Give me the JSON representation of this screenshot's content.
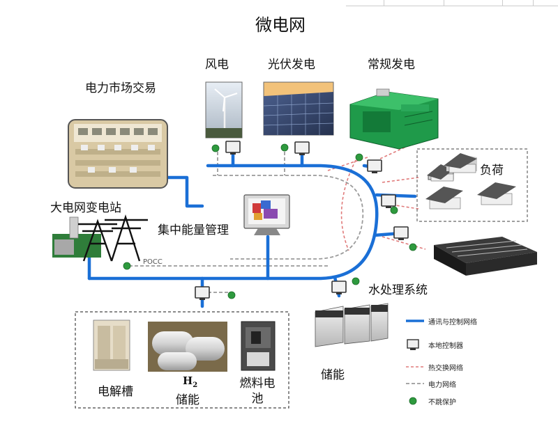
{
  "title": "微电网",
  "labels": {
    "wind": "风电",
    "pv": "光伏发电",
    "conventional": "常规发电",
    "market": "电力市场交易",
    "grid_substation": "大电网变电站",
    "central_ems": "集中能量管理",
    "pocc": "POCC",
    "load": "负荷",
    "water": "水处理系统",
    "electrolyzer": "电解槽",
    "h2_symbol": "H",
    "h2_subscript": "2",
    "h2_storage": "储能",
    "fuel_cell": "燃料电池",
    "storage": "储能"
  },
  "legend": [
    {
      "label": "通讯与控制网络",
      "style": "solid-blue"
    },
    {
      "label": "本地控制器",
      "style": "controller"
    },
    {
      "label": "热交换网络",
      "style": "dashed-red"
    },
    {
      "label": "电力网络",
      "style": "dashed-gray"
    },
    {
      "label": "不跳保护",
      "style": "green-dot"
    }
  ],
  "colors": {
    "comm_network": "#1a6fd6",
    "heat_network": "#e07a7a",
    "power_network": "#9a9a9a",
    "protection": "#2e9a3e",
    "genset": "#1f9a4a"
  }
}
